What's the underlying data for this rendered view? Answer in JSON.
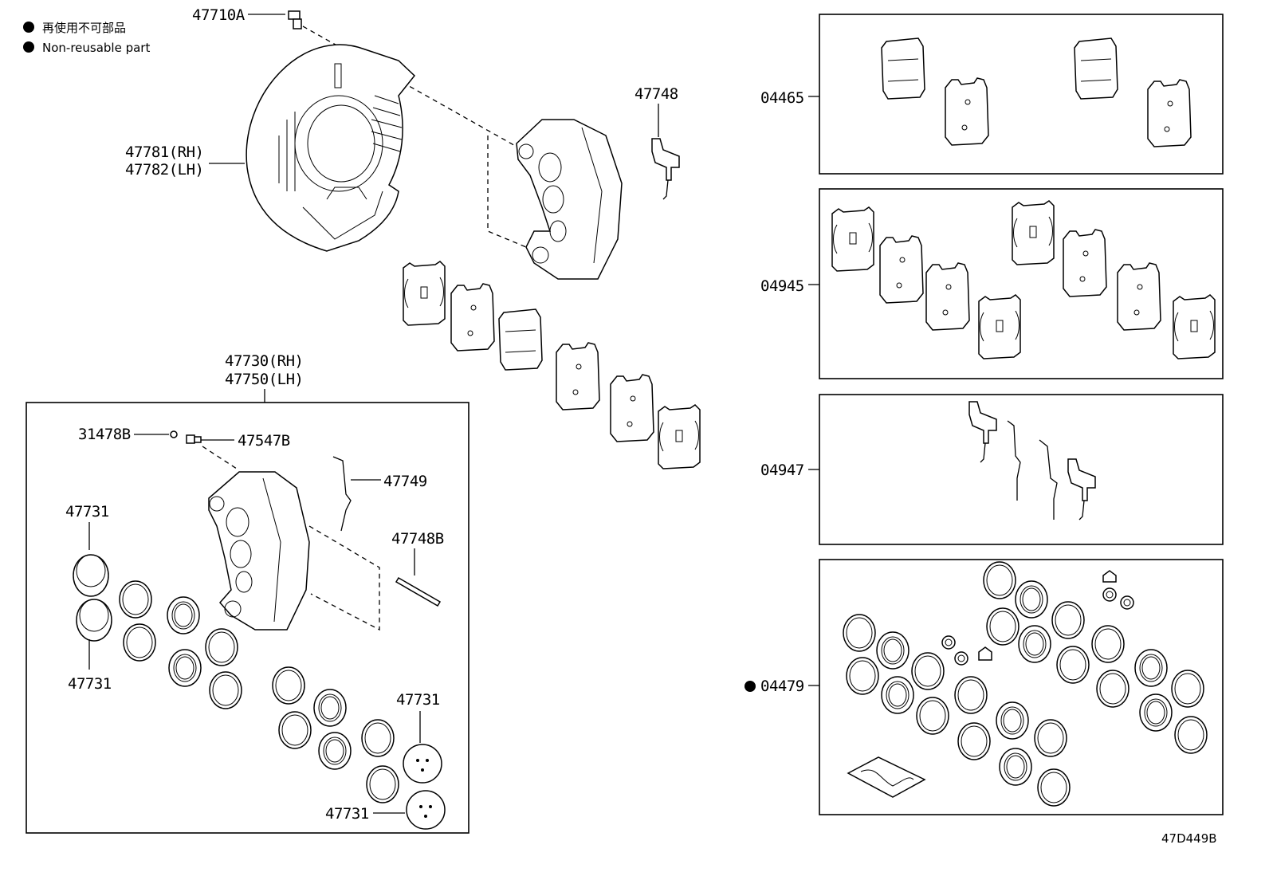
{
  "legend": {
    "jp": "再使用不可部品",
    "en": "Non-reusable part"
  },
  "labels": {
    "p47710A": "47710A",
    "p47781": "47781(RH)",
    "p47782": "47782(LH)",
    "p47748": "47748",
    "p47730": "47730(RH)",
    "p47750": "47750(LH)",
    "p31478B": "31478B",
    "p47547B": "47547B",
    "p47749": "47749",
    "p47731a": "47731",
    "p47731b": "47731",
    "p47731c": "47731",
    "p47731d": "47731",
    "p47748B": "47748B",
    "k04465": "04465",
    "k04945": "04945",
    "k04947": "04947",
    "k04479": "04479"
  },
  "diagram_code": "47D449B",
  "colors": {
    "line": "#000000",
    "background": "#ffffff"
  }
}
